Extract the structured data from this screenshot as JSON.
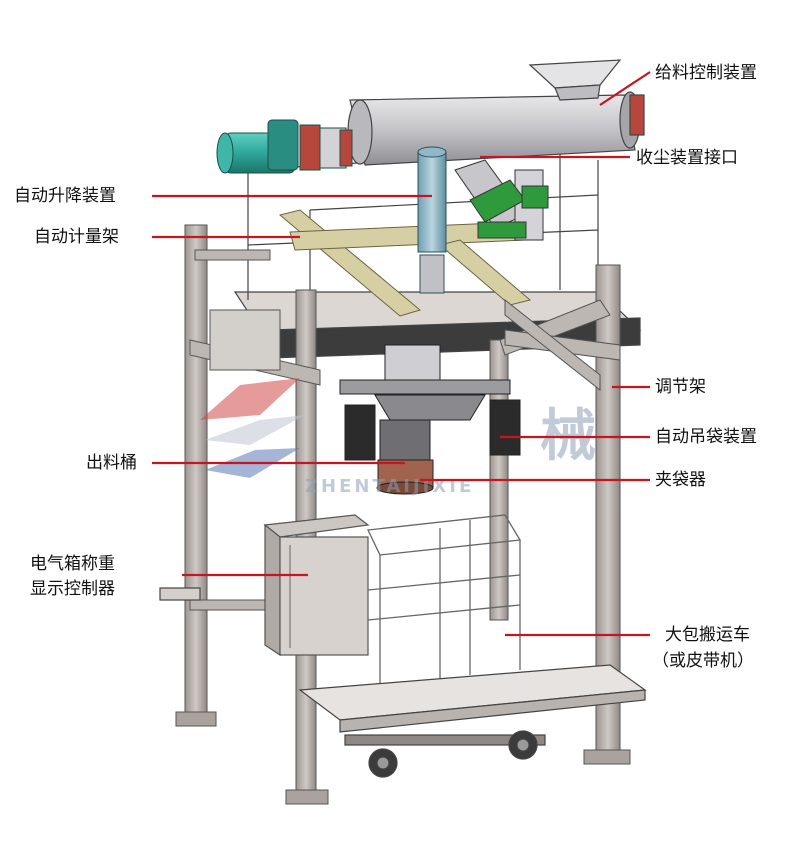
{
  "labels": {
    "feed_control": "给料控制装置",
    "dust_port": "收尘装置接口",
    "auto_lift": "自动升降装置",
    "auto_meter_frame": "自动计量架",
    "adjust_frame": "调节架",
    "auto_hang_bag": "自动吊袋装置",
    "discharge_bucket": "出料桶",
    "bag_clamp": "夹袋器",
    "electric_box_line1": "电气箱称重",
    "electric_box_line2": "显示控制器",
    "big_bag_cart_line1": "大包搬运车",
    "big_bag_cart_line2": "（或皮带机）"
  },
  "watermark": {
    "text_cn": "械",
    "text_en": "ZHENTAIJIXIE"
  },
  "colors": {
    "leader_line": "#c8141e",
    "frame": "#b8b2ae",
    "motor": "#2fa79b",
    "flange": "#b5473d",
    "pipe_green": "#2e9a3c",
    "screw_tube": "#c9c9cc",
    "wood_beam": "#d6cfa4",
    "dark_part": "#2b2b2b"
  }
}
